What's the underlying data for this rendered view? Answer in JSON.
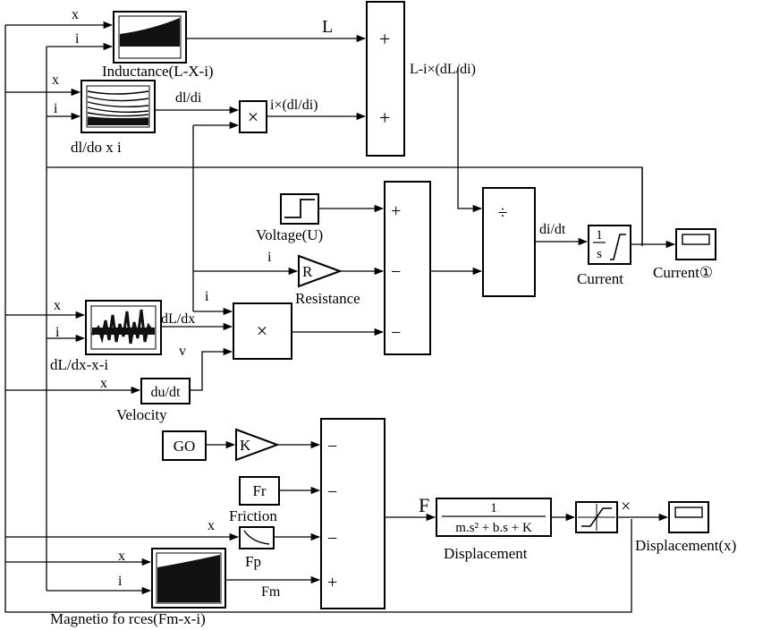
{
  "blocks": {
    "inductance": {
      "label": "Inductance(L-X-i)",
      "in_x": "x",
      "in_i": "i",
      "out": "L"
    },
    "dldi": {
      "label": "dl/do   x  i",
      "in_x": "x",
      "in_i": "i",
      "out": "dl/di"
    },
    "mult1": {
      "symbol": "×",
      "out": "i×(dl/di)"
    },
    "sum1": {
      "plus1": "+",
      "plus2": "+",
      "out": "L-i×(dL/di)"
    },
    "voltage": {
      "label": "Voltage(U)"
    },
    "resistance": {
      "symbol": "R",
      "label": "Resistance",
      "in": "i"
    },
    "dldx": {
      "label": "dL/dx-x-i",
      "in_x": "x",
      "in_i": "i",
      "out": "dL/dx"
    },
    "mult2": {
      "symbol": "×",
      "in_i": "i",
      "in_v": "v"
    },
    "velocity": {
      "symbol": "du/dt",
      "label": "Velocity",
      "in": "x"
    },
    "sum2": {
      "s1": "+",
      "s2": "−",
      "s3": "−"
    },
    "divide": {
      "symbol": "÷"
    },
    "current_int": {
      "num": "1",
      "den": "s",
      "label": "Current",
      "in": "di/dt"
    },
    "current_scope": {
      "label": "Current①"
    },
    "go": {
      "symbol": "GO"
    },
    "gain": {
      "symbol": "K"
    },
    "friction": {
      "symbol": "Fr",
      "label": "Friction"
    },
    "fp": {
      "label": "Fp",
      "in": "x"
    },
    "magnetic": {
      "label": "Magnetio fo rces(Fm-x-i)",
      "in_x": "x",
      "in_i": "i",
      "out": "Fm"
    },
    "sum3": {
      "s1": "−",
      "s2": "−",
      "s3": "−",
      "s4": "+",
      "out": "F"
    },
    "displacement_tf": {
      "num": "1",
      "den": "m.s² + b.s + K",
      "label": "Displacement"
    },
    "saturation": {
      "out": "×"
    },
    "displacement_scope": {
      "label": "Displacement(x)"
    }
  }
}
